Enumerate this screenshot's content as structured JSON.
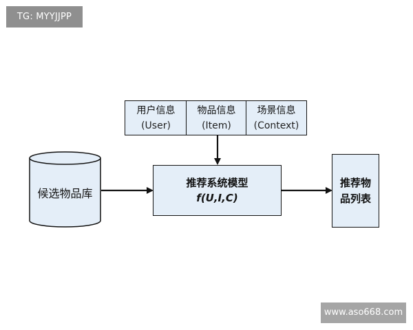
{
  "watermarks": {
    "top_left": "TG: MYYJJPP",
    "bottom_right": "www.aso668.com"
  },
  "candidate_pool": {
    "label": "候选物品库"
  },
  "inputs": [
    {
      "name": "用户信息",
      "en": "(User)"
    },
    {
      "name": "物品信息",
      "en": "(Item)"
    },
    {
      "name": "场景信息",
      "en": "(Context)"
    }
  ],
  "model": {
    "title": "推荐系统模型",
    "formula": "f(U,I,C)"
  },
  "output": {
    "label": "推荐物品列表"
  },
  "colors": {
    "box_fill": "#e4eef8",
    "stroke": "#111111"
  }
}
